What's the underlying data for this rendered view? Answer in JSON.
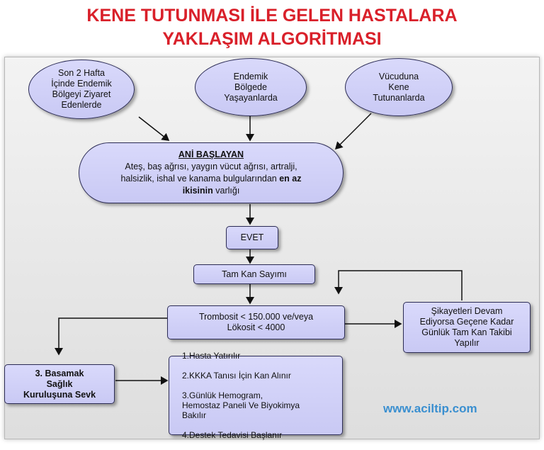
{
  "title": {
    "line1": "KENE TUTUNMASI İLE GELEN HASTALARA",
    "line2": "YAKLAŞIM ALGORİTMASI"
  },
  "nodes": {
    "visited": "Son 2 Hafta\nİçinde Endemik\nBölgeyi Ziyaret\nEdenlerde",
    "endemic": "Endemik\nBölgede\nYaşayanlarda",
    "tick": "Vücuduna\nKene\nTutunanlarda",
    "sudden": {
      "heading": "ANİ BAŞLAYAN",
      "line1": "Ateş, baş ağrısı, yaygın vücut ağrısı, artralji,",
      "line2": "halsizlik, ishal ve kanama bulgularından",
      "bold1": "en az",
      "bold2": "ikisinin",
      "tail": "varlığı"
    },
    "yes": "EVET",
    "cbc": "Tam Kan Sayımı",
    "platelet": "Trombosit < 150.000 ve/veya\nLökosit < 4000",
    "followup": "Şikayetleri Devam\nEdiyorsa Geçene Kadar\nGünlük Tam Kan Takibi\nYapılır",
    "referral": "3. Basamak\nSağlık\nKuruluşuna Sevk",
    "actions": [
      "1.Hasta Yatırılır",
      "2.KKKA Tanısı İçin Kan Alınır",
      "3.Günlük Hemogram,\nHemostaz Paneli Ve Biyokimya\nBakılır",
      "4.Destek Tedavisi Başlanır"
    ]
  },
  "watermark": "www.aciltip.com",
  "colors": {
    "title": "#d9202a",
    "box_fill": "#d2d2f8",
    "box_border": "#2c2c55",
    "watermark": "#3a8fd0"
  }
}
